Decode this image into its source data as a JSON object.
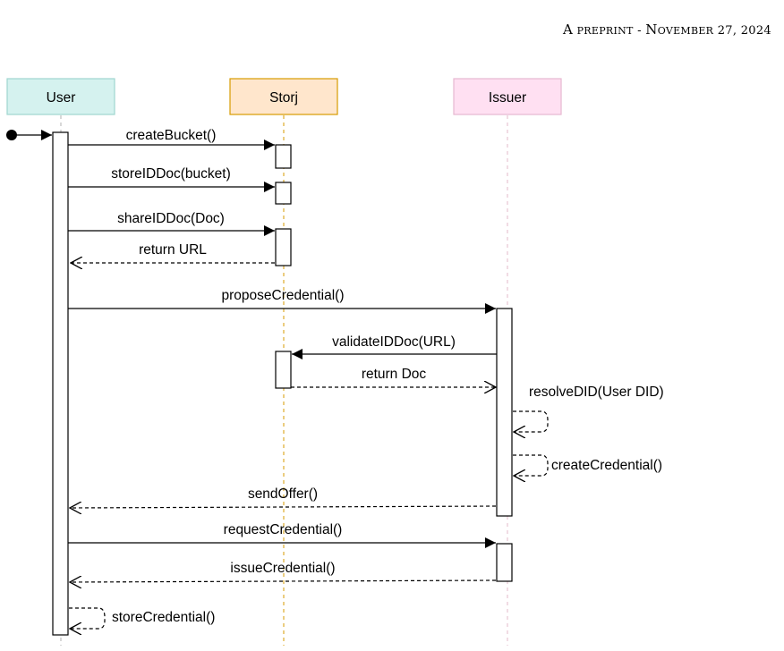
{
  "header": {
    "a": "A",
    "preprint": "preprint",
    "sep": " - ",
    "month_initial": "N",
    "month_rest": "ovember",
    "date_rest": " 27, 2024"
  },
  "participants": [
    {
      "name": "User",
      "fill": "#d5f2ef",
      "stroke": "#9fd6cf",
      "lifeline": "#b0b0b0"
    },
    {
      "name": "Storj",
      "fill": "#ffe6cc",
      "stroke": "#d79b00",
      "lifeline": "#d79b00"
    },
    {
      "name": "Issuer",
      "fill": "#ffe0f2",
      "stroke": "#e7b8d0",
      "lifeline": "#e3b8c8"
    }
  ],
  "messages": [
    {
      "label": "createBucket()"
    },
    {
      "label": "storeIDDoc(bucket)"
    },
    {
      "label": "shareIDDoc(Doc)"
    },
    {
      "label": "return URL"
    },
    {
      "label": "proposeCredential()"
    },
    {
      "label": "validateIDDoc(URL)"
    },
    {
      "label": "return Doc"
    },
    {
      "label": "resolveDID(User DID)"
    },
    {
      "label": "createCredential()"
    },
    {
      "label": "sendOffer()"
    },
    {
      "label": "requestCredential()"
    },
    {
      "label": "issueCredential()"
    },
    {
      "label": "storeCredential()"
    }
  ]
}
